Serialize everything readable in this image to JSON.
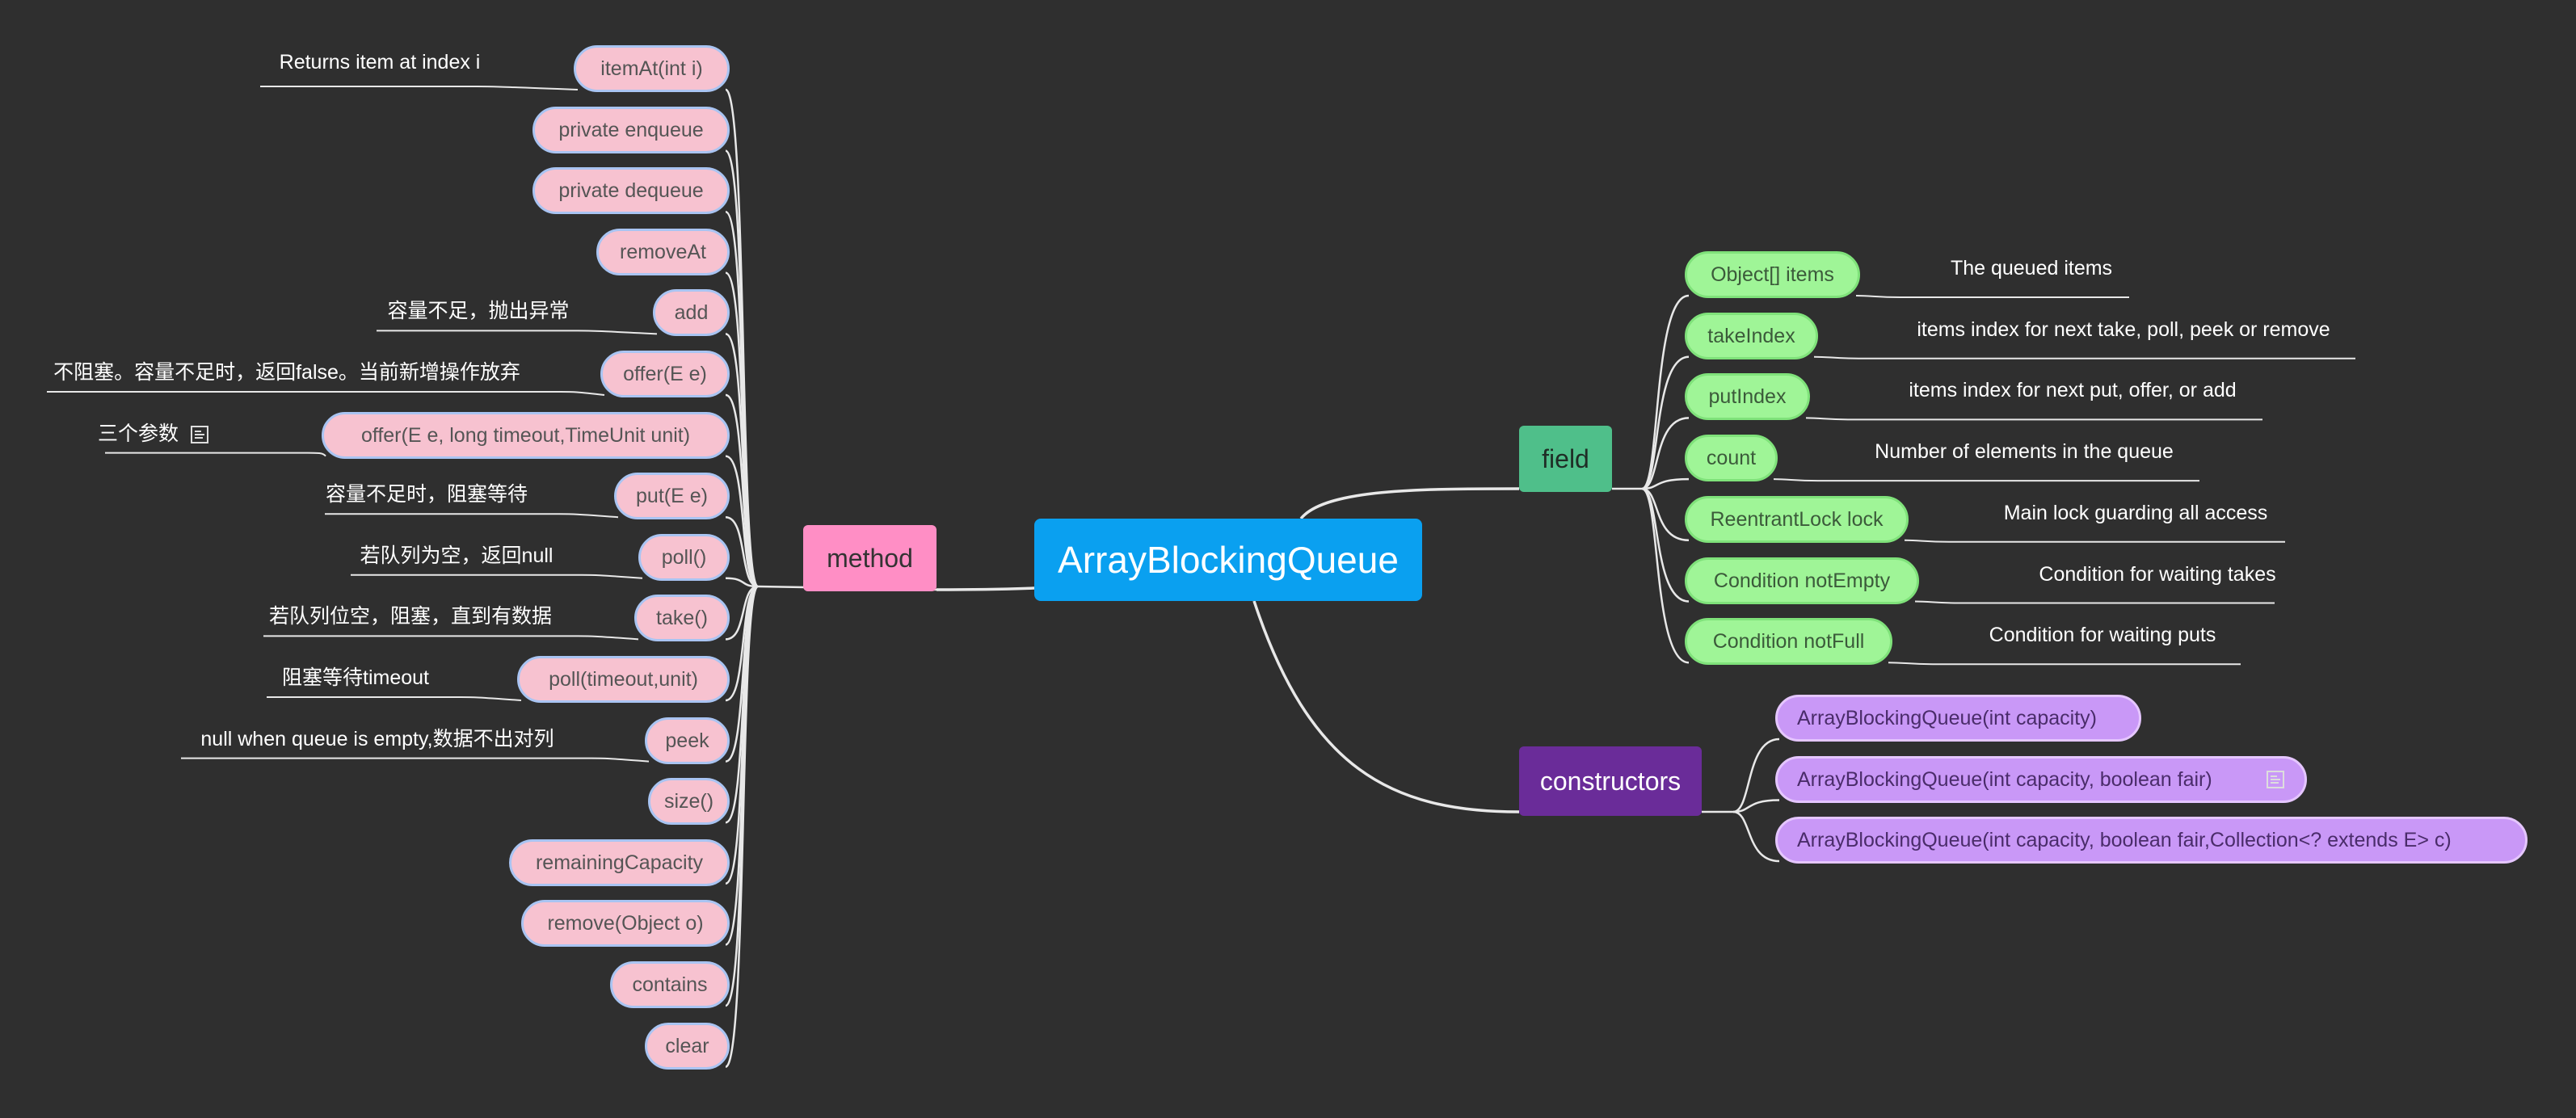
{
  "central": {
    "label": "ArrayBlockingQueue"
  },
  "branches": {
    "method": "method",
    "field": "field",
    "constructors": "constructors"
  },
  "methods": [
    {
      "label": "itemAt(int i)",
      "note": "Returns item at index i"
    },
    {
      "label": "private enqueue",
      "note": ""
    },
    {
      "label": "private dequeue",
      "note": ""
    },
    {
      "label": "removeAt",
      "note": ""
    },
    {
      "label": "add",
      "note": "容量不足，抛出异常"
    },
    {
      "label": "offer(E e)",
      "note": "不阻塞。容量不足时，返回false。当前新增操作放弃"
    },
    {
      "label": "offer(E e, long timeout,TimeUnit unit)",
      "note": "三个参数"
    },
    {
      "label": "put(E e)",
      "note": "容量不足时，阻塞等待"
    },
    {
      "label": "poll()",
      "note": "若队列为空，返回null"
    },
    {
      "label": "take()",
      "note": "若队列位空，阻塞，直到有数据"
    },
    {
      "label": "poll(timeout,unit)",
      "note": "阻塞等待timeout"
    },
    {
      "label": "peek",
      "note": "null when queue is empty,数据不出对列"
    },
    {
      "label": "size()",
      "note": ""
    },
    {
      "label": "remainingCapacity",
      "note": ""
    },
    {
      "label": "remove(Object o)",
      "note": ""
    },
    {
      "label": "contains",
      "note": ""
    },
    {
      "label": "clear",
      "note": ""
    }
  ],
  "fields": [
    {
      "label": "Object[] items",
      "note": "The queued items"
    },
    {
      "label": "takeIndex",
      "note": "items index for next take, poll, peek or remove"
    },
    {
      "label": "putIndex",
      "note": "items index for next put, offer, or add"
    },
    {
      "label": "count",
      "note": "Number of elements in the queue"
    },
    {
      "label": "ReentrantLock lock",
      "note": "Main lock guarding all access"
    },
    {
      "label": "Condition notEmpty",
      "note": "Condition for waiting takes"
    },
    {
      "label": "Condition notFull",
      "note": "Condition for waiting puts"
    }
  ],
  "constructors": [
    {
      "label": "ArrayBlockingQueue(int capacity)"
    },
    {
      "label": "ArrayBlockingQueue(int capacity, boolean fair)"
    },
    {
      "label": "ArrayBlockingQueue(int capacity, boolean fair,Collection<? extends E> c)"
    }
  ],
  "colors": {
    "background": "#2f2f2f",
    "central": "#0aa0f0",
    "method": "#ff8ec5",
    "field": "#4fbf8a",
    "constructors": "#6a2c99",
    "method_topic": "#f7c2d0",
    "field_topic": "#9ff597",
    "constructor_topic": "#c998f7",
    "line": "#e8e8e8"
  },
  "icons": {
    "note_icon": "note-icon"
  }
}
